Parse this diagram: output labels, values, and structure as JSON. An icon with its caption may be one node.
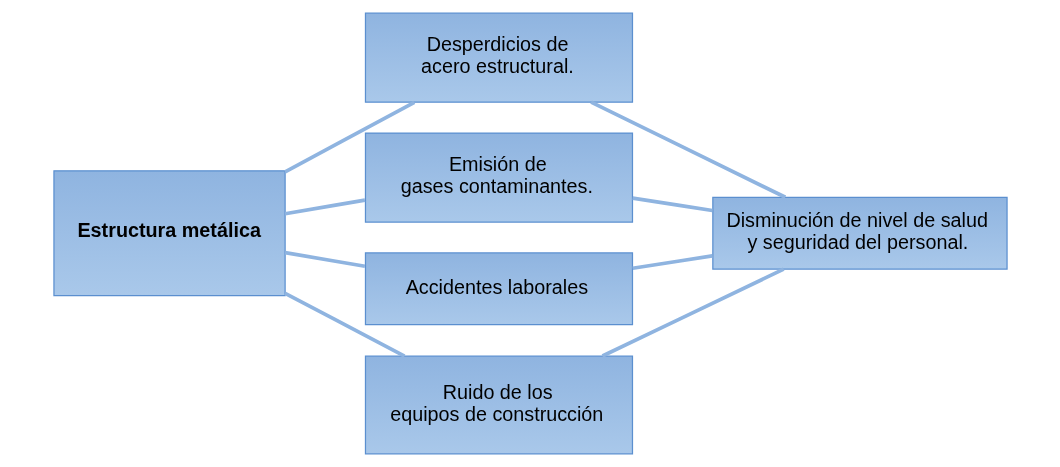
{
  "diagram": {
    "nodes": [
      {
        "text": [
          "Estructura metálica"
        ]
      },
      {
        "text": [
          "Desperdicios de acero estructural."
        ]
      },
      {
        "text": [
          "Emisión de gases contaminantes."
        ]
      },
      {
        "text": [
          "Accidentes laborales"
        ]
      },
      {
        "text": [
          "Ruido de los equipos de construcción"
        ]
      },
      {
        "text": [
          "Disminución de nivel de salud y seguridad del personal."
        ]
      }
    ],
    "edges": [
      {
        "from": 0,
        "to": 1,
        "arrow": "none"
      },
      {
        "from": 0,
        "to": 2,
        "arrow": "none"
      },
      {
        "from": 0,
        "to": 3,
        "arrow": "none"
      },
      {
        "from": 0,
        "to": 4,
        "arrow": "none"
      },
      {
        "from": 1,
        "to": 5,
        "arrow": "none"
      },
      {
        "from": 2,
        "to": 5,
        "arrow": "none"
      },
      {
        "from": 3,
        "to": 5,
        "arrow": "none"
      },
      {
        "from": 4,
        "to": 5,
        "arrow": "none"
      }
    ]
  }
}
